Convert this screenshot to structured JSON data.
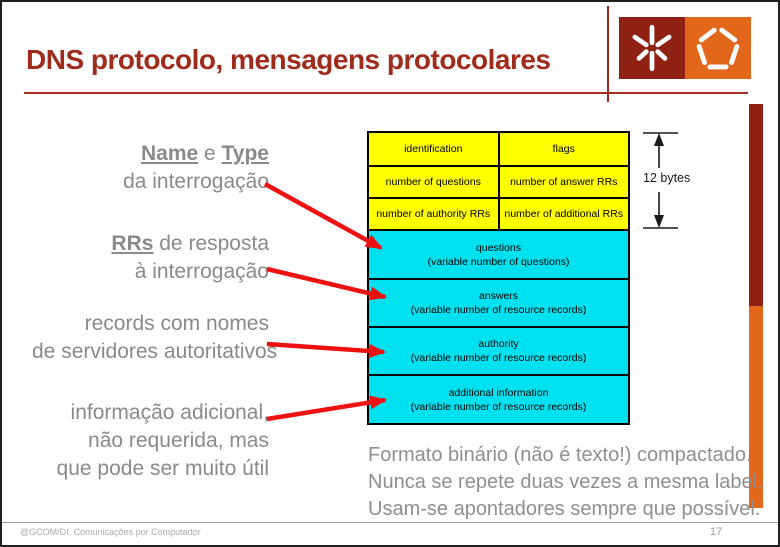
{
  "title": "DNS protocolo, mensagens protocolares",
  "logo": {
    "left_icon": "um-asterisk",
    "right_icon": "pentagon-outline"
  },
  "labels": {
    "name_type": {
      "bold1": "Name",
      "sep": " e ",
      "bold2": "Type",
      "line2": "da interrogação"
    },
    "rrs": {
      "bold": "RRs",
      "rest": " de resposta",
      "line2": "à interrogação"
    },
    "records": {
      "line1": "records com nomes",
      "line2": "de servidores autoritativos"
    },
    "additional": {
      "line1": "informação adicional,",
      "line2": "não requerida, mas",
      "line3": "que pode ser muito útil"
    }
  },
  "table": {
    "header_rows": [
      [
        "identification",
        "flags"
      ],
      [
        "number of questions",
        "number of answer RRs"
      ],
      [
        "number of authority RRs",
        "number of additional RRs"
      ]
    ],
    "body_rows": [
      {
        "title": "questions",
        "subtitle": "(variable number of questions)"
      },
      {
        "title": "answers",
        "subtitle": "(variable number of resource records)"
      },
      {
        "title": "authority",
        "subtitle": "(variable number of resource  records)"
      },
      {
        "title": "additional information",
        "subtitle": "(variable number of resource records)"
      }
    ],
    "measure_label": "12 bytes"
  },
  "notes": [
    "Formato binário (não é texto!) compactado.",
    "Nunca se repete duas vezes a mesma label.",
    "Usam-se apontadores sempre que possível."
  ],
  "footer": {
    "credit": "@GCOM/DI, Comunicações por Computador",
    "page": "17"
  },
  "colors": {
    "title_red": "#9e2b1c",
    "rule_red": "#a62b1f",
    "logo_maroon": "#8e2014",
    "logo_orange": "#e2671b",
    "table_yellow": "#ffff00",
    "table_cyan": "#00e1ef",
    "arrow_red": "#ee1111",
    "label_gray": "#8a8a8a"
  }
}
